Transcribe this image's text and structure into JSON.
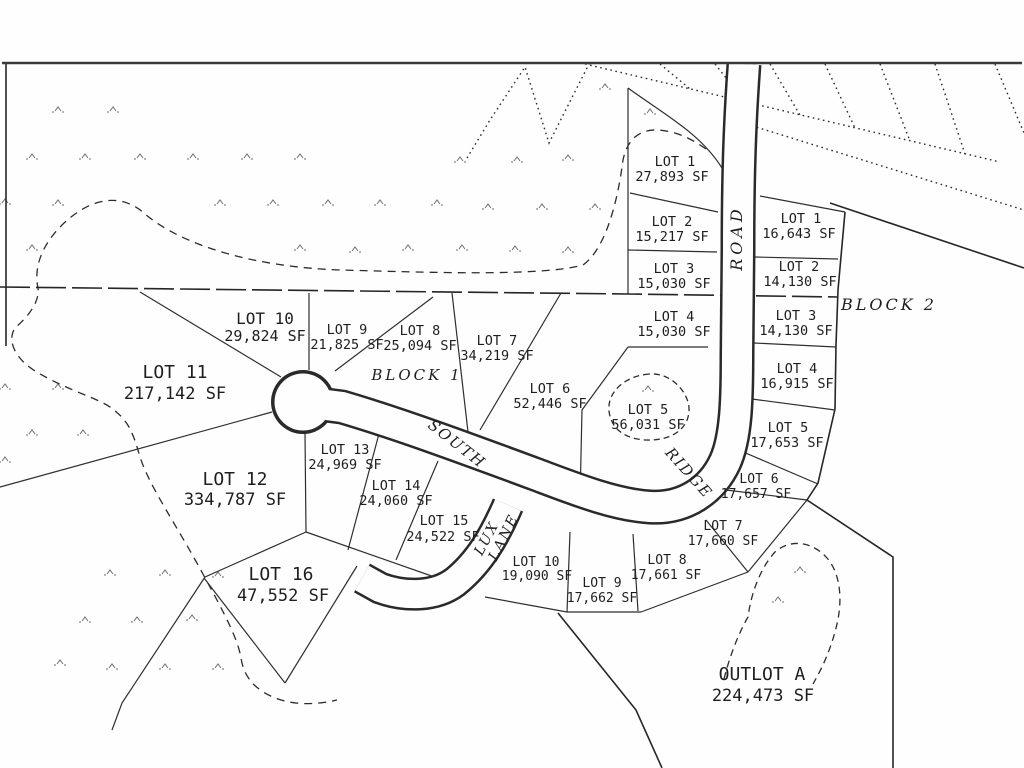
{
  "map": {
    "blocks": {
      "block1": "BLOCK 1",
      "block2": "BLOCK 2"
    },
    "roads": {
      "south": "SOUTH",
      "ridge": "RIDGE",
      "road": "ROAD",
      "lux": "LUX",
      "lane": "LANE"
    },
    "lots": [
      {
        "name": "LOT 1",
        "sf": "27,893 SF"
      },
      {
        "name": "LOT 2",
        "sf": "15,217 SF"
      },
      {
        "name": "LOT 3",
        "sf": "15,030 SF"
      },
      {
        "name": "LOT 4",
        "sf": "15,030 SF"
      },
      {
        "name": "LOT 5",
        "sf": "56,031 SF"
      },
      {
        "name": "LOT 6",
        "sf": "52,446 SF"
      },
      {
        "name": "LOT 7",
        "sf": "34,219 SF"
      },
      {
        "name": "LOT 8",
        "sf": "25,094 SF"
      },
      {
        "name": "LOT 9",
        "sf": "21,825 SF"
      },
      {
        "name": "LOT 10",
        "sf": "29,824 SF"
      },
      {
        "name": "LOT 11",
        "sf": "217,142 SF"
      },
      {
        "name": "LOT 12",
        "sf": "334,787 SF"
      },
      {
        "name": "LOT 13",
        "sf": "24,969 SF"
      },
      {
        "name": "LOT 14",
        "sf": "24,060 SF"
      },
      {
        "name": "LOT 15",
        "sf": "24,522 SF"
      },
      {
        "name": "LOT 16",
        "sf": "47,552 SF"
      },
      {
        "name": "LOT 10",
        "sf": "19,090 SF"
      },
      {
        "name": "LOT 9",
        "sf": "17,662 SF"
      },
      {
        "name": "LOT 8",
        "sf": "17,661 SF"
      },
      {
        "name": "LOT 7",
        "sf": "17,660 SF"
      },
      {
        "name": "LOT 1",
        "sf": "16,643 SF"
      },
      {
        "name": "LOT 2",
        "sf": "14,130 SF"
      },
      {
        "name": "LOT 3",
        "sf": "14,130 SF"
      },
      {
        "name": "LOT 4",
        "sf": "16,915 SF"
      },
      {
        "name": "LOT 5",
        "sf": "17,653 SF"
      },
      {
        "name": "LOT 6",
        "sf": "17,657 SF"
      }
    ],
    "outlot": {
      "name": "OUTLOT A",
      "sf": "224,473 SF"
    }
  }
}
